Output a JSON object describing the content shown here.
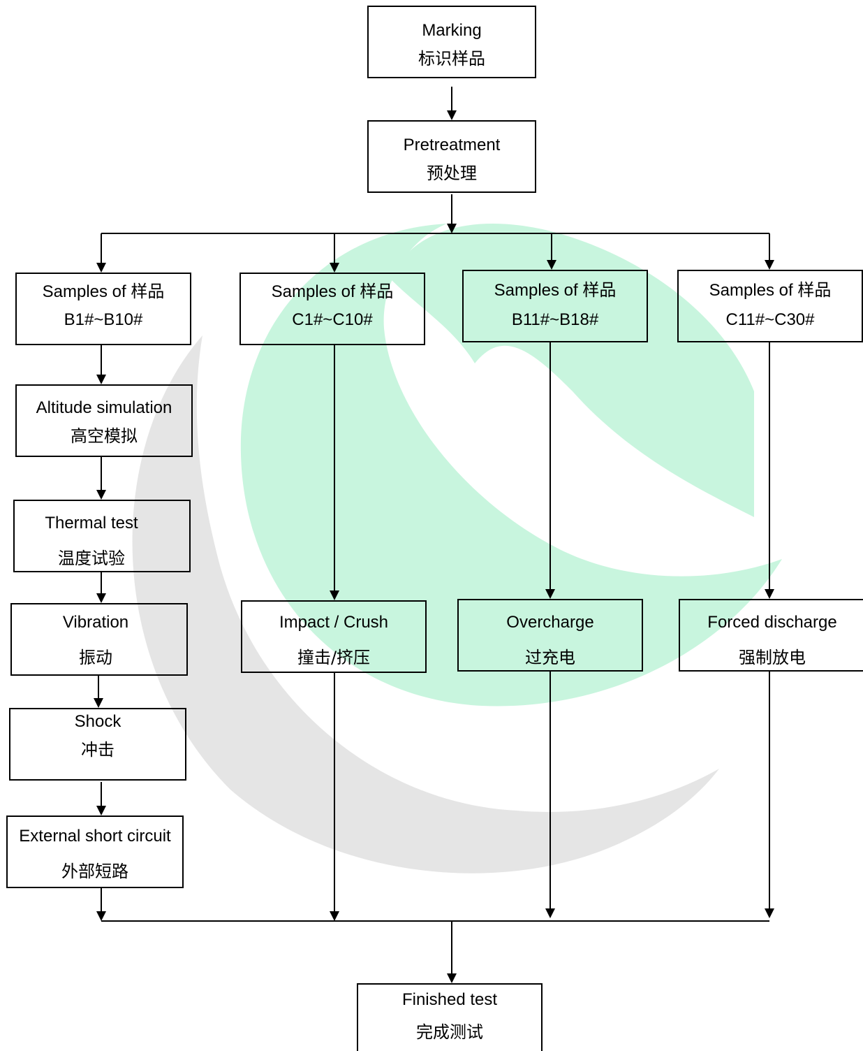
{
  "watermark": {
    "green": "#c8f5de",
    "gray": "#e5e5e5"
  },
  "line_color": "#000000",
  "nodes": {
    "marking": {
      "en": "Marking",
      "cn": "标识样品"
    },
    "pretreatment": {
      "en": "Pretreatment",
      "cn": "预处理"
    },
    "samples_b1": {
      "en": "Samples of 样品",
      "cn": "B1#~B10#"
    },
    "samples_c1": {
      "en": "Samples of 样品",
      "cn": "C1#~C10#"
    },
    "samples_b11": {
      "en": "Samples of 样品",
      "cn": "B11#~B18#"
    },
    "samples_c11": {
      "en": "Samples of 样品",
      "cn": "C11#~C30#"
    },
    "altitude": {
      "en": "Altitude simulation",
      "cn": "高空模拟"
    },
    "thermal": {
      "en": "Thermal test",
      "cn": "温度试验"
    },
    "vibration": {
      "en": "Vibration",
      "cn": "振动"
    },
    "shock": {
      "en": "Shock",
      "cn": "冲击"
    },
    "external_short": {
      "en": "External short circuit",
      "cn": "外部短路"
    },
    "impact": {
      "en": "Impact / Crush",
      "cn": "撞击/挤压"
    },
    "overcharge": {
      "en": "Overcharge",
      "cn": "过充电"
    },
    "forced_discharge": {
      "en": "Forced discharge",
      "cn": "强制放电"
    },
    "finished": {
      "en": "Finished test",
      "cn": "完成测试"
    }
  }
}
